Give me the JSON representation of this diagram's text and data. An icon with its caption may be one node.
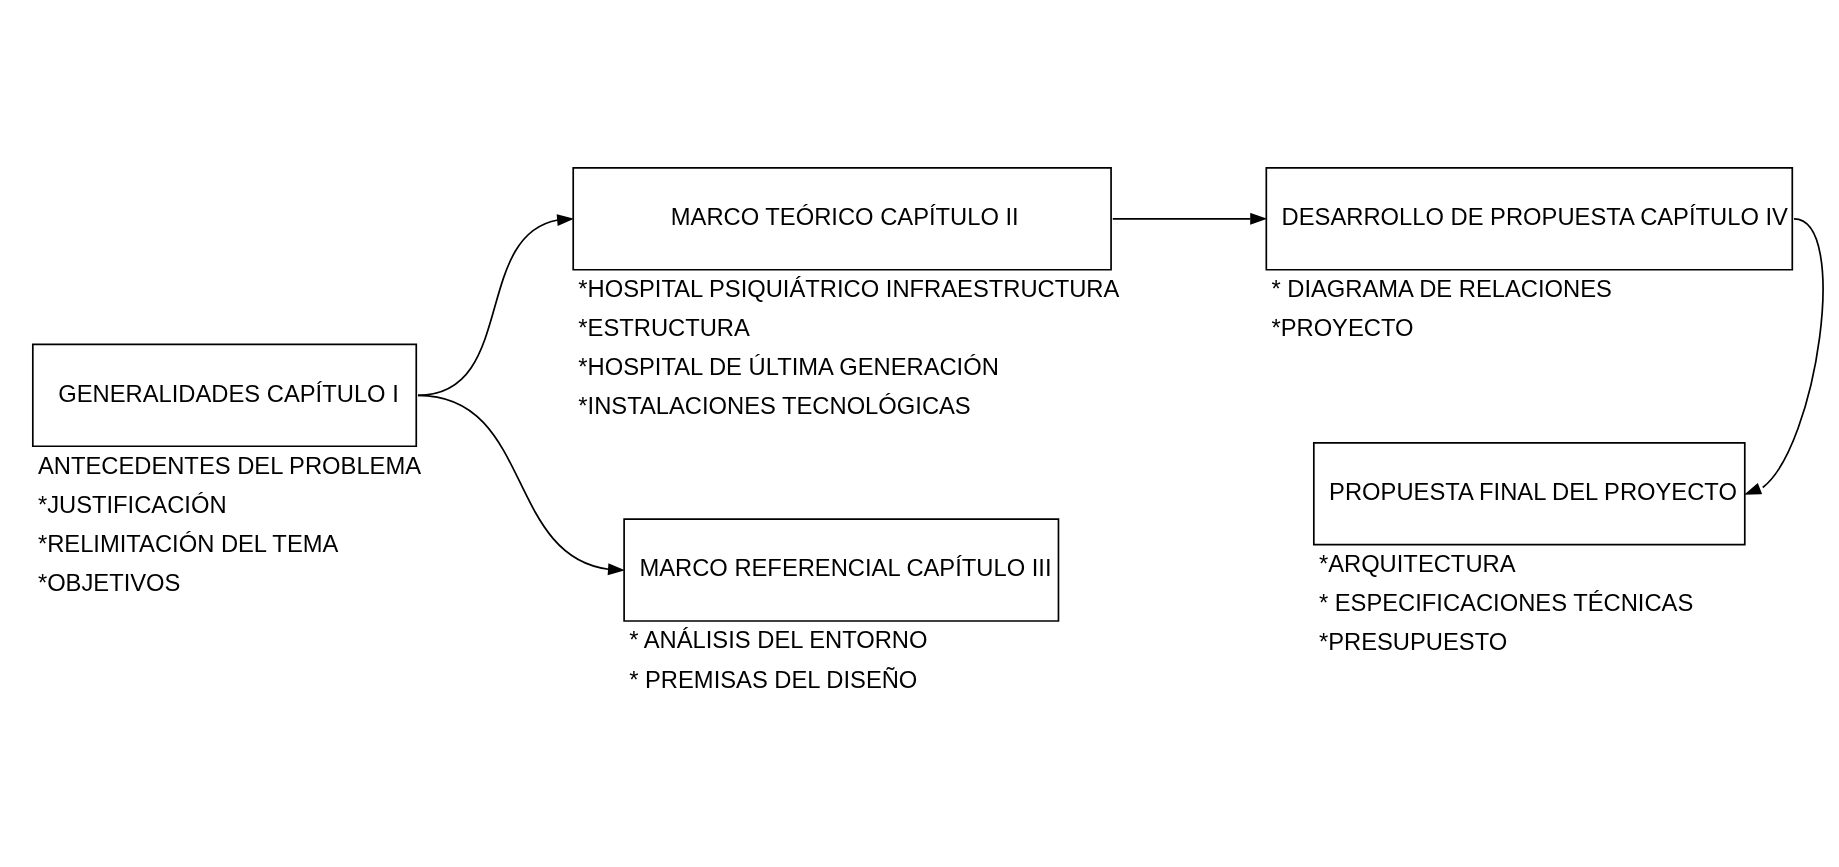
{
  "diagram": {
    "nodes": [
      {
        "text": [
          "GENERALIDADES CAPÍTULO I"
        ],
        "beside": [
          "ANTECEDENTES DEL PROBLEMA",
          "*JUSTIFICACIÓN",
          "*RELIMITACIÓN DEL TEMA",
          "*OBJETIVOS"
        ]
      },
      {
        "text": [
          "MARCO TEÓRICO CAPÍTULO II"
        ],
        "beside": [
          "*HOSPITAL PSIQUIÁTRICO INFRAESTRUCTURA",
          "*ESTRUCTURA",
          "*HOSPITAL DE ÚLTIMA GENERACIÓN",
          "*INSTALACIONES TECNOLÓGICAS"
        ]
      },
      {
        "text": [
          "MARCO REFERENCIAL CAPÍTULO III"
        ],
        "beside": [
          "* ANÁLISIS DEL ENTORNO",
          "* PREMISAS DEL DISEÑO"
        ]
      },
      {
        "text": [
          "DESARROLLO DE PROPUESTA CAPÍTULO IV"
        ],
        "beside": [
          "* DIAGRAMA DE RELACIONES",
          "*PROYECTO"
        ]
      },
      {
        "text": [
          "PROPUESTA FINAL DEL PROYECTO"
        ],
        "beside": [
          "*ARQUITECTURA",
          "* ESPECIFICACIONES TÉCNICAS",
          "*PRESUPUESTO"
        ]
      }
    ],
    "edges": [
      {
        "from": 0,
        "to": 1,
        "arrow": "to"
      },
      {
        "from": 0,
        "to": 2,
        "arrow": "to"
      },
      {
        "from": 1,
        "to": 3,
        "arrow": "to"
      },
      {
        "from": 3,
        "to": 4,
        "arrow": "to"
      }
    ]
  }
}
